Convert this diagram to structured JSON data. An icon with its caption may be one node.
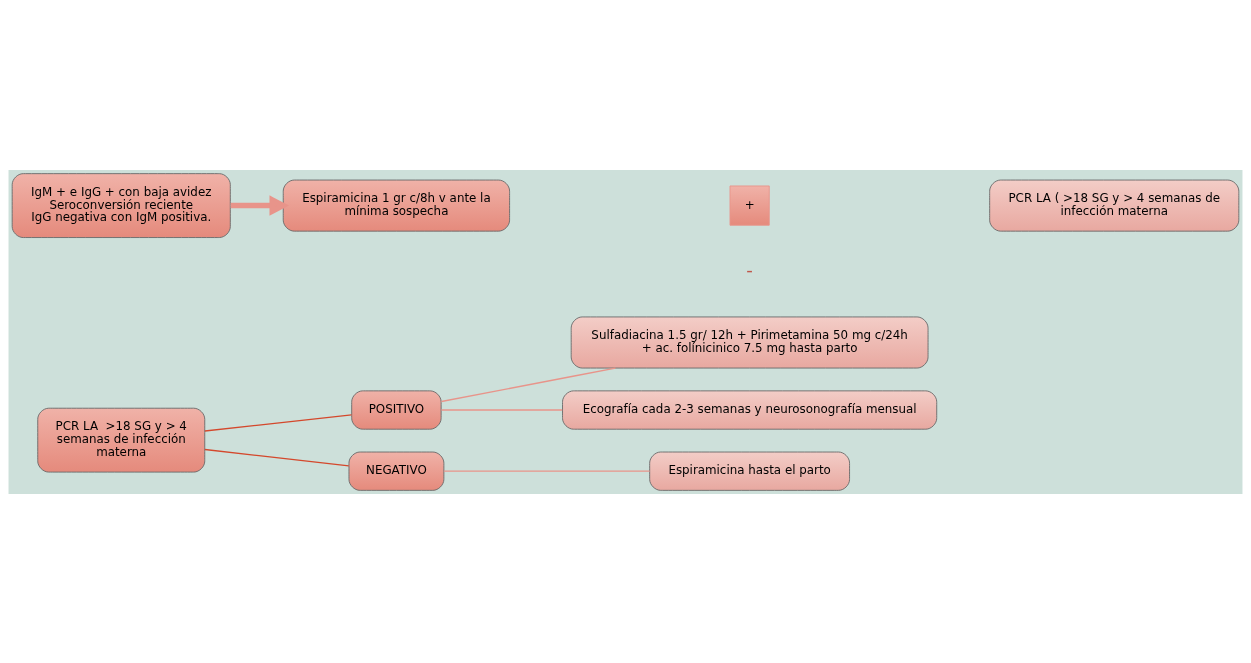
{
  "diagram": {
    "nodes": [
      {
        "text": [
          "IgM + e IgG + con baja avidez",
          "Seroconversión reciente",
          "IgG negativa con IgM positiva."
        ]
      },
      {
        "text": [
          "Espiramicina 1 gr c/8h v ante la mínima sospecha"
        ]
      },
      {
        "text": [
          "+"
        ]
      },
      {
        "text": [
          "PCR LA ( >18 SG y > 4 semanas de infección materna"
        ]
      },
      {
        "text": [
          "PCR LA  >18 SG y > 4 semanas de infección materna"
        ]
      },
      {
        "text": [
          "POSITIVO"
        ]
      },
      {
        "text": [
          "NEGATIVO"
        ]
      },
      {
        "text": [
          "Sulfadiacina 1.5 gr/ 12h + Pirimetamina 50 mg c/24h + ac. folínicinico 7.5 mg hasta parto"
        ]
      },
      {
        "text": [
          "Ecografía cada 2-3 semanas y neurosonografía mensual"
        ]
      },
      {
        "text": [
          "Espiramicina hasta el parto"
        ]
      }
    ],
    "edges": [
      {
        "from": 0,
        "to": 1,
        "arrow": "to",
        "style": "thick"
      },
      {
        "from": 4,
        "to": 5,
        "arrow": "none",
        "color": "#d4482c"
      },
      {
        "from": 4,
        "to": 6,
        "arrow": "none",
        "color": "#d4482c"
      },
      {
        "from": 5,
        "to": 7,
        "arrow": "none"
      },
      {
        "from": 5,
        "to": 8,
        "arrow": "none"
      },
      {
        "from": 6,
        "to": 9,
        "arrow": "none"
      }
    ],
    "labels": [
      "-"
    ]
  }
}
